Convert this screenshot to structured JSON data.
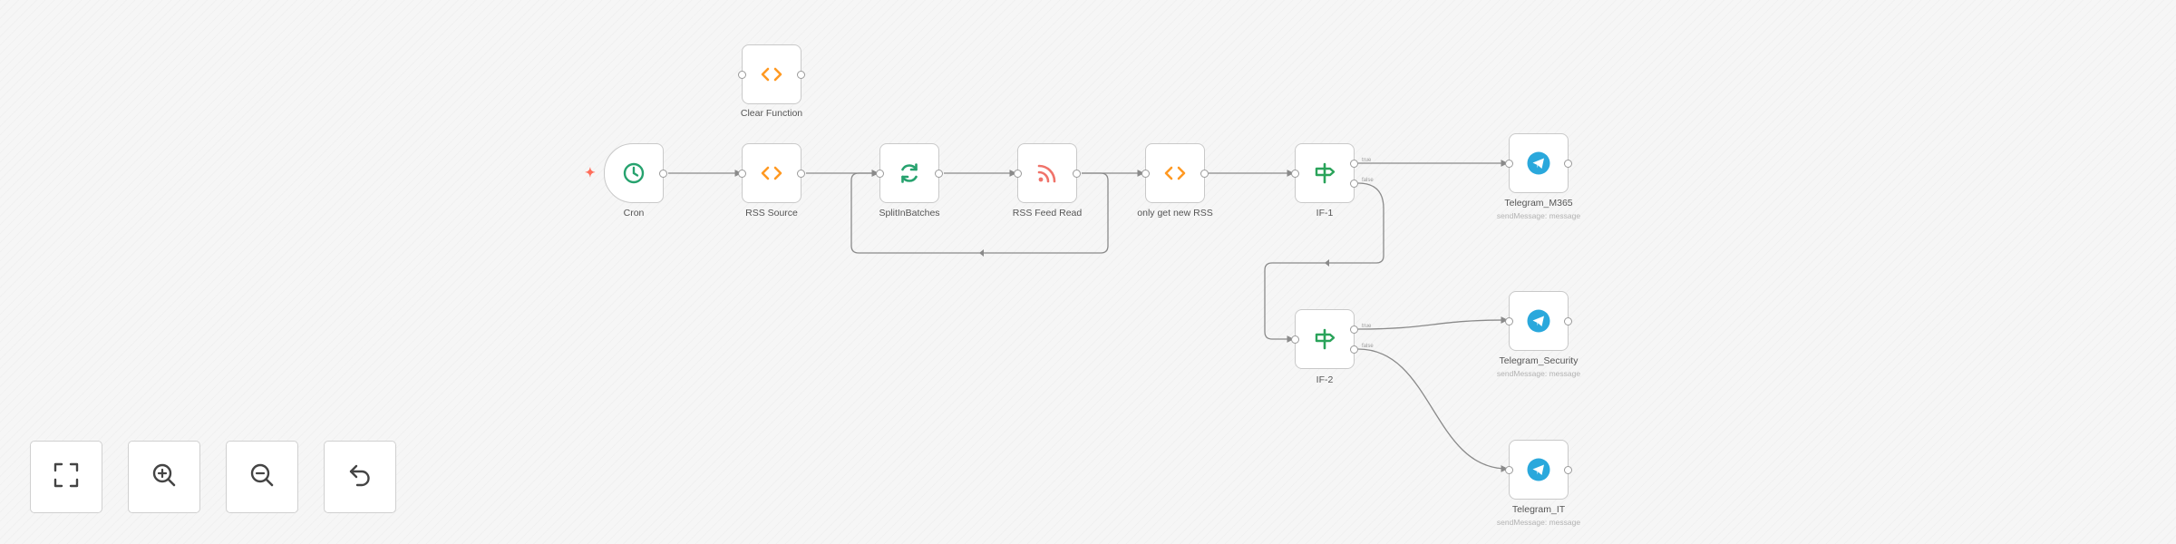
{
  "canvas": {
    "nodes": [
      {
        "id": "clear",
        "label": "Clear Function",
        "icon": "code-icon"
      },
      {
        "id": "cron",
        "label": "Cron",
        "icon": "clock-icon"
      },
      {
        "id": "rss_source",
        "label": "RSS Source",
        "icon": "code-icon"
      },
      {
        "id": "split",
        "label": "SplitInBatches",
        "icon": "sync-icon"
      },
      {
        "id": "rss_read",
        "label": "RSS Feed Read",
        "icon": "rss-icon"
      },
      {
        "id": "only_new",
        "label": "only get new RSS",
        "icon": "code-icon"
      },
      {
        "id": "if1",
        "label": "IF-1",
        "icon": "signpost-icon",
        "true_label": "true",
        "false_label": "false"
      },
      {
        "id": "if2",
        "label": "IF-2",
        "icon": "signpost-icon",
        "true_label": "true",
        "false_label": "false"
      },
      {
        "id": "tg_m365",
        "label": "Telegram_M365",
        "sublabel": "sendMessage: message",
        "icon": "telegram-icon"
      },
      {
        "id": "tg_sec",
        "label": "Telegram_Security",
        "sublabel": "sendMessage: message",
        "icon": "telegram-icon"
      },
      {
        "id": "tg_it",
        "label": "Telegram_IT",
        "sublabel": "sendMessage: message",
        "icon": "telegram-icon"
      }
    ]
  },
  "controls": [
    {
      "name": "fit-view",
      "icon": "expand-icon"
    },
    {
      "name": "zoom-in",
      "icon": "zoom-in-icon"
    },
    {
      "name": "zoom-out",
      "icon": "zoom-out-icon"
    },
    {
      "name": "reset-zoom",
      "icon": "undo-icon"
    }
  ],
  "colors": {
    "accent_trigger": "#ff6d5a",
    "code": "#ff9922",
    "teal": "#26a26e",
    "rss": "#f0736a",
    "signpost": "#2aa35a",
    "telegram": "#2aa8dc"
  }
}
